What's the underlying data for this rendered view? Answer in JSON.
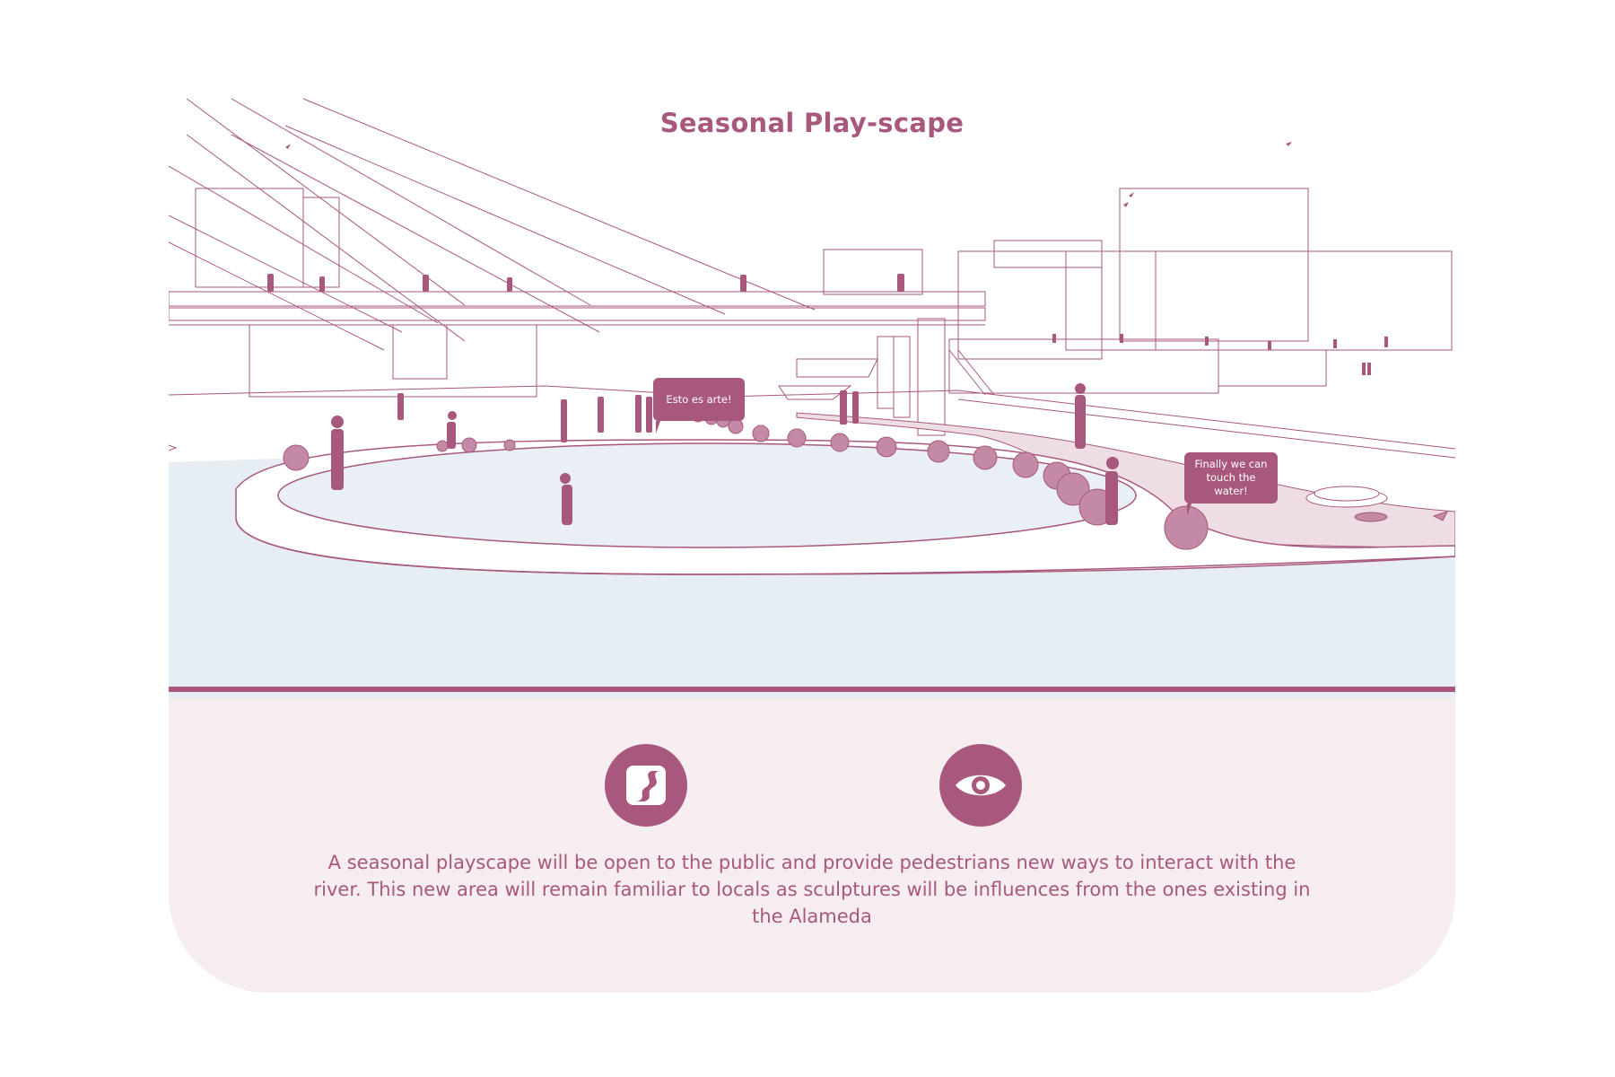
{
  "header": {
    "title": "Seasonal Play-scape"
  },
  "bubbles": {
    "bubble1": "Esto es arte!",
    "bubble2": "Finally we can touch the water!"
  },
  "icons": {
    "left": "river-icon",
    "right": "eye-icon"
  },
  "description": "A seasonal playscape will be open to the public and provide pedestrians new ways to interact with the river. This new area will remain familiar to locals as sculptures will be influences from the ones existing in the Alameda",
  "colors": {
    "accent": "#a8577d",
    "panel": "#f6edf1",
    "water": "#e6eef4",
    "path": "#eedde5"
  }
}
